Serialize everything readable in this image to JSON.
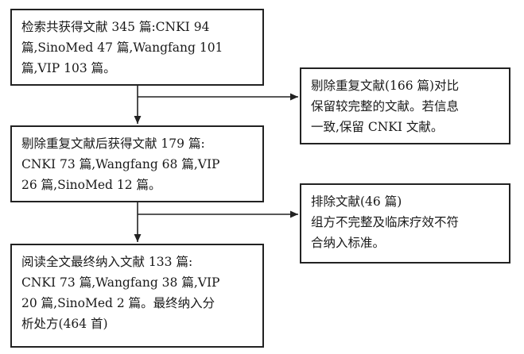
{
  "boxes": {
    "search": {
      "lines": [
        "检索共获得文献 345 篇:CNKI 94",
        "篇,SinoMed 47 篇,Wangfang 101",
        "篇,VIP 103 篇。"
      ]
    },
    "dedup": {
      "lines": [
        "剔除重复文献后获得文献 179 篇:",
        "CNKI 73 篇,Wangfang 68 篇,VIP",
        "26 篇,SinoMed 12 篇。"
      ]
    },
    "final": {
      "lines": [
        "阅读全文最终纳入文献 133 篇:",
        "CNKI 73 篇,Wangfang 38 篇,VIP",
        "20 篇,SinoMed 2 篇。最终纳入分",
        "析处方(464 首)"
      ]
    },
    "removed_dup": {
      "lines": [
        "剔除重复文献(166 篇)对比",
        "保留较完整的文献。若信息",
        "一致,保留 CNKI 文献。"
      ]
    },
    "excluded": {
      "lines": [
        "排除文献(46 篇)",
        "组方不完整及临床疗效不符",
        "合纳入标准。"
      ]
    }
  }
}
